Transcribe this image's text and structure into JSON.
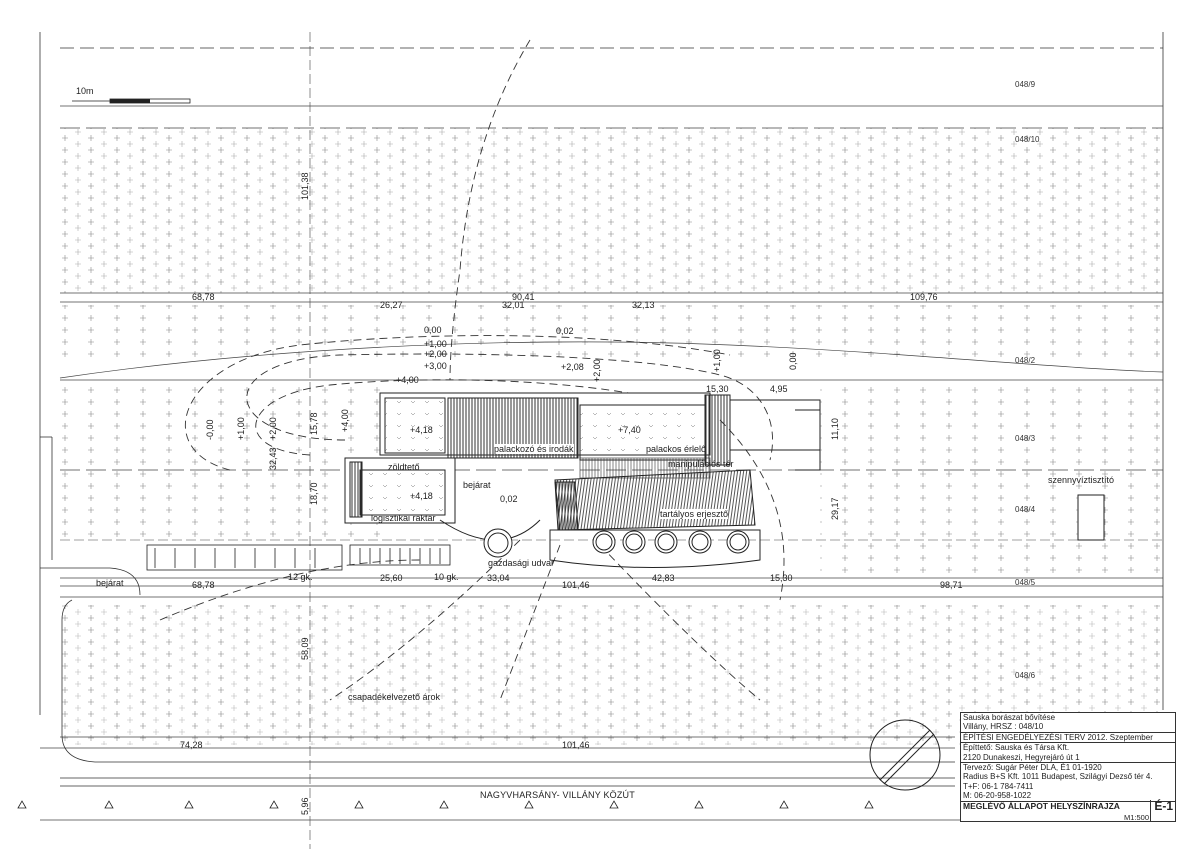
{
  "scale_bar": {
    "label": "10m"
  },
  "parcels": [
    "048/9",
    "048/10",
    "048/2",
    "048/3",
    "048/4",
    "048/5",
    "048/6"
  ],
  "dimensions": {
    "horizontal": [
      "68,78",
      "26,27",
      "90,41",
      "32,01",
      "32,13",
      "109,76",
      "15,30",
      "4,95",
      "68,78",
      "25,60",
      "33,04",
      "101,46",
      "42,83",
      "15,30",
      "98,71",
      "74,28",
      "101,46"
    ],
    "vertical": [
      "101,38",
      "32,43",
      "15,78",
      "18,70",
      "11,10",
      "29,17",
      "58,09",
      "5,96"
    ]
  },
  "contours": [
    "0,00",
    "+1,00",
    "+2,00",
    "+3,00",
    "+4,00",
    "0,02",
    "+2,08",
    "+2,00",
    "+1,00",
    "0,00",
    "-0,00",
    "+1,00",
    "+2,00",
    "+4,00",
    "0,02"
  ],
  "elevations": [
    "+4,18",
    "+4,18",
    "+7,40"
  ],
  "buildings": {
    "bottling": "palackozó és irodák",
    "bottle_aging": "palackos érlelő",
    "manipulation": "manipulációs tér",
    "green_roof": "zöldtető",
    "logistics": "logisztikai raktár",
    "tank_fermenter": "tartályos erjesztő",
    "yard": "gazdasági udvar",
    "wastewater": "szennyvíztisztító"
  },
  "entrances": [
    "bejárat",
    "bejárat"
  ],
  "parking": [
    "12 gk.",
    "10 gk."
  ],
  "drain": "csapadékelvezető árok",
  "road": "NAGYVHARSÁNY- VILLÁNY KÖZÚT",
  "title_block": {
    "project": "Sauska borászat bővítése",
    "location": "Villány, HRSZ : 048/10",
    "phase": "ÉPÍTÉSI ENGEDÉLYEZÉSI TERV 2012. Szeptember",
    "client": "Építtető: Sauska és Társa Kft.",
    "client_address": "2120 Dunakeszi, Hegyrejáró út 1",
    "designer": "Tervező: Sugár Péter DLA, É1 01-1920",
    "firm": "Radius B+S Kft. 1011 Budapest, Szilágyi Dezső tér 4.",
    "phone": "T+F: 06-1 784-7411",
    "mobile": "M:      06-20-958-1022",
    "sheet_title": "MEGLÉVŐ ÁLLAPOT HELYSZÍNRAJZA",
    "sheet_code": "É-1",
    "scale": "M1:500"
  },
  "colors": {
    "line": "#333333",
    "hatch": "#444444",
    "paper": "#ffffff"
  }
}
